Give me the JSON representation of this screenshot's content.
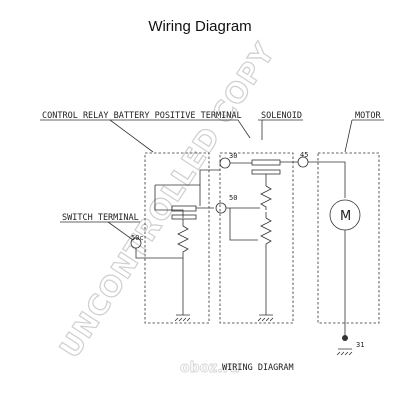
{
  "title": "Wiring Diagram",
  "labels": {
    "control_relay": "CONTROL RELAY BATTERY POSITIVE TERMINAL",
    "solenoid": "SOLENOID",
    "motor": "MOTOR",
    "switch_terminal": "SWITCH TERMINAL",
    "footer": "WIRING DIAGRAM"
  },
  "terminals": {
    "t30": "30",
    "t45": "45",
    "t50": "50",
    "t50c": "50c",
    "t31": "31"
  },
  "motor_symbol": "M",
  "watermark": "UNCONTROLLED COPY",
  "watermark2": "oboz.ru"
}
